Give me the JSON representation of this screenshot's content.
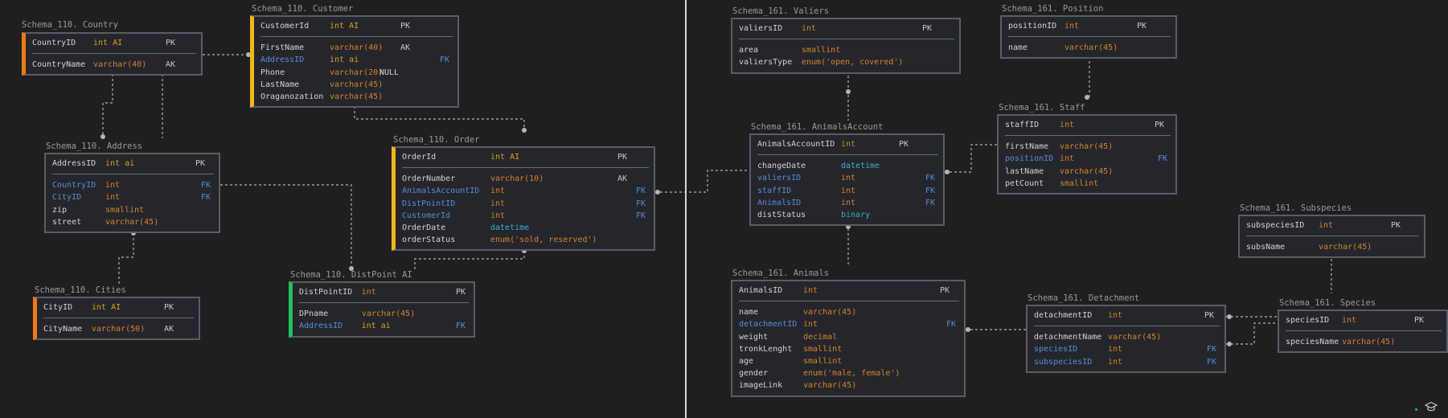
{
  "tables": [
    {
      "id": "country",
      "schema": "Schema_110",
      "name": "Country",
      "accent": "orange",
      "pk": [
        [
          "CountryID",
          "int AI",
          "PK"
        ]
      ],
      "cols": [
        [
          "CountryName",
          "varchar(40)",
          "AK"
        ]
      ]
    },
    {
      "id": "customer",
      "schema": "Schema_110",
      "name": "Customer",
      "accent": "yellow",
      "pk": [
        [
          "CustomerId",
          "int AI",
          "PK"
        ]
      ],
      "cols": [
        [
          "FirstName",
          "varchar(40)",
          "AK"
        ],
        [
          "AddressID",
          "int ai",
          "FK"
        ],
        [
          "Phone",
          "varchar(20)",
          "",
          "NULL"
        ],
        [
          "LastName",
          "varchar(45)",
          ""
        ],
        [
          "Oraganozation",
          "varchar(45)",
          ""
        ]
      ]
    },
    {
      "id": "address",
      "schema": "Schema_110",
      "name": "Address",
      "accent": "none",
      "pk": [
        [
          "AddressID",
          "int ai",
          "PK"
        ]
      ],
      "cols": [
        [
          "CountryID",
          "int",
          "FK"
        ],
        [
          "CityID",
          "int",
          "FK"
        ],
        [
          "zip",
          "smallint",
          ""
        ],
        [
          "street",
          "varchar(45)",
          ""
        ]
      ]
    },
    {
      "id": "cities",
      "schema": "Schema_110",
      "name": "Cities",
      "accent": "orange",
      "pk": [
        [
          "CityID",
          "int AI",
          "PK"
        ]
      ],
      "cols": [
        [
          "CityName",
          "varchar(50)",
          "AK"
        ]
      ]
    },
    {
      "id": "order",
      "schema": "Schema_110",
      "name": "Order",
      "accent": "yellow",
      "pk": [
        [
          "OrderId",
          "int AI",
          "PK"
        ]
      ],
      "cols": [
        [
          "OrderNumber",
          "varchar(10)",
          "AK"
        ],
        [
          "AnimalsAccountID",
          "int",
          "FK"
        ],
        [
          "DistPointID",
          "int",
          "FK"
        ],
        [
          "CustomerId",
          "int",
          "FK"
        ],
        [
          "OrderDate",
          "datetime",
          ""
        ],
        [
          "orderStatus",
          "enum('sold, reserved')",
          ""
        ]
      ]
    },
    {
      "id": "distpoint",
      "schema": "Schema_110",
      "name": "DistPoint AI",
      "accent": "green",
      "pk": [
        [
          "DistPointID",
          "int",
          "PK"
        ]
      ],
      "cols": [
        [
          "DPname",
          "varchar(45)",
          ""
        ],
        [
          "AddressID",
          "int ai",
          "FK"
        ]
      ]
    },
    {
      "id": "valiers",
      "schema": "Schema_161",
      "name": "Valiers",
      "accent": "none",
      "pk": [
        [
          "valiersID",
          "int",
          "PK"
        ]
      ],
      "cols": [
        [
          "area",
          "smallint",
          ""
        ],
        [
          "valiersType",
          "enum('open, covered')",
          ""
        ]
      ]
    },
    {
      "id": "position",
      "schema": "Schema_161",
      "name": "Position",
      "accent": "none",
      "pk": [
        [
          "positionID",
          "int",
          "PK"
        ]
      ],
      "cols": [
        [
          "name",
          "varchar(45)",
          ""
        ]
      ]
    },
    {
      "id": "staff",
      "schema": "Schema_161",
      "name": "Staff",
      "accent": "none",
      "pk": [
        [
          "staffID",
          "int",
          "PK"
        ]
      ],
      "cols": [
        [
          "firstName",
          "varchar(45)",
          ""
        ],
        [
          "positionID",
          "int",
          "FK"
        ],
        [
          "lastName",
          "varchar(45)",
          ""
        ],
        [
          "petCount",
          "smallint",
          ""
        ]
      ]
    },
    {
      "id": "animalsaccount",
      "schema": "Schema_161",
      "name": "AnimalsAccount",
      "accent": "none",
      "pk": [
        [
          "AnimalsAccountID",
          "int",
          "PK"
        ]
      ],
      "cols": [
        [
          "changeDate",
          "datetime",
          ""
        ],
        [
          "valiersID",
          "int",
          "FK"
        ],
        [
          "staffID",
          "int",
          "FK"
        ],
        [
          "AnimalsID",
          "int",
          "FK"
        ],
        [
          "distStatus",
          "binary",
          ""
        ]
      ]
    },
    {
      "id": "animals",
      "schema": "Schema_161",
      "name": "Animals",
      "accent": "none",
      "pk": [
        [
          "AnimalsID",
          "int",
          "PK"
        ]
      ],
      "cols": [
        [
          "name",
          "varchar(45)",
          ""
        ],
        [
          "detachmentID",
          "int",
          "FK"
        ],
        [
          "weight",
          "decimal",
          ""
        ],
        [
          "tronkLenght",
          "smallint",
          ""
        ],
        [
          "age",
          "smallint",
          ""
        ],
        [
          "gender",
          "enum('male, female')",
          ""
        ],
        [
          "imageLink",
          "varchar(45)",
          ""
        ]
      ]
    },
    {
      "id": "detachment",
      "schema": "Schema_161",
      "name": "Detachment",
      "accent": "none",
      "pk": [
        [
          "detachmentID",
          "int",
          "PK"
        ]
      ],
      "cols": [
        [
          "detachmentName",
          "varchar(45)",
          ""
        ],
        [
          "speciesID",
          "int",
          "FK"
        ],
        [
          "subspeciesID",
          "int",
          "FK"
        ]
      ]
    },
    {
      "id": "subspecies",
      "schema": "Schema_161",
      "name": "Subspecies",
      "accent": "none",
      "pk": [
        [
          "subspeciesID",
          "int",
          "PK"
        ]
      ],
      "cols": [
        [
          "subsName",
          "varchar(45)",
          ""
        ]
      ]
    },
    {
      "id": "species",
      "schema": "Schema_161",
      "name": "Species",
      "accent": "none",
      "pk": [
        [
          "speciesID",
          "int",
          "PK"
        ]
      ],
      "cols": [
        [
          "speciesName",
          "varchar(45)",
          ""
        ]
      ]
    }
  ],
  "colors": {
    "background": "#1f1f22",
    "table_fill": "#24262c",
    "table_border": "#5b5d66",
    "accent_orange": "#f07a14",
    "accent_yellow": "#f2b51b",
    "accent_green": "#22c25a",
    "type_orange": "#d6842a",
    "type_ai": "#d9a21e",
    "type_teal": "#3ab1c7",
    "fk_blue": "#5b8cd6",
    "connector": "#b5b5b5"
  },
  "icons": [
    "status-dot-icon",
    "graduation-cap-icon"
  ]
}
